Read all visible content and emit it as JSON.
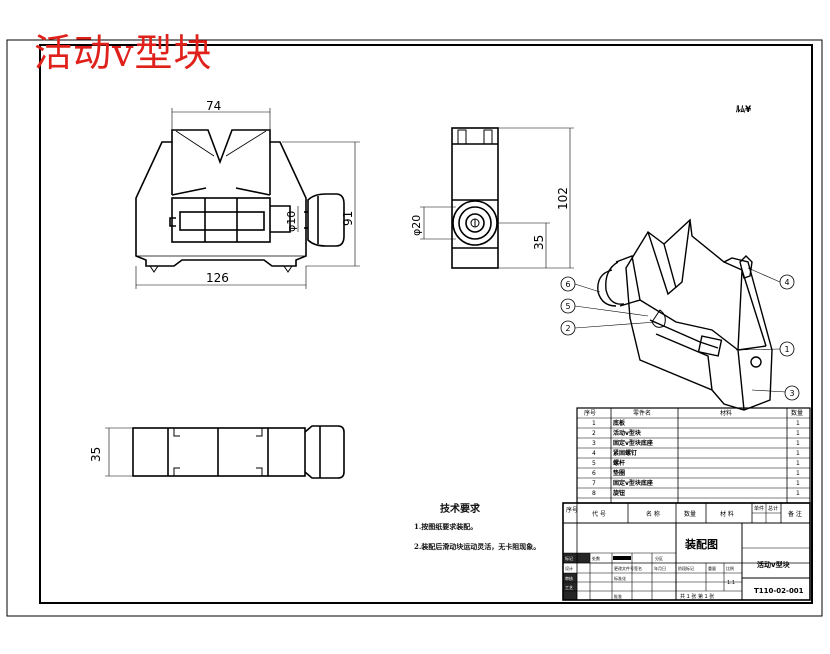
{
  "title": "活动v型块",
  "top_mark": "ﾙﾑ¥",
  "dimensions": {
    "width_top": "74",
    "width_base": "126",
    "height": "91",
    "screw_dia": "φ10",
    "knob_dia": "φ20",
    "side_height": "102",
    "center_height": "35",
    "plan_width": "35"
  },
  "balloons": [
    "6",
    "5",
    "4",
    "1",
    "3",
    "2"
  ],
  "parts_list": {
    "headers": [
      "序号",
      "零件名",
      "材料",
      "数量"
    ],
    "rows": [
      {
        "no": "1",
        "name": "底板",
        "qty": "1"
      },
      {
        "no": "2",
        "name": "活动v型块",
        "qty": "1"
      },
      {
        "no": "3",
        "name": "固定v型块底座",
        "qty": "1"
      },
      {
        "no": "4",
        "name": "紧固螺钉",
        "qty": "1"
      },
      {
        "no": "5",
        "name": "螺杆",
        "qty": "1"
      },
      {
        "no": "6",
        "name": "垫圈",
        "qty": "1"
      },
      {
        "no": "7",
        "name": "固定v型块底座",
        "qty": "1"
      },
      {
        "no": "8",
        "name": "旋钮",
        "qty": "1"
      }
    ]
  },
  "notes": {
    "heading": "技术要求",
    "items": [
      "1.按图纸要求装配。",
      "2.装配后滑动块运动灵活，无卡阻现象。"
    ]
  },
  "title_block": {
    "seq": "序号",
    "code": "代 号",
    "name": "名 称",
    "qty": "数量",
    "material": "材 料",
    "unit_weight": "单件",
    "total_weight": "总计",
    "remark": "备 注",
    "drawing_name": "装配图",
    "product_name": "活动v型块",
    "drawing_no": "T110-02-001",
    "designer": "设计",
    "checker": "审核",
    "process": "工艺",
    "standard": "标准化",
    "approve": "批准",
    "mark": "标记",
    "count": "处数",
    "zone": "分区",
    "change_doc": "更改文件号",
    "signature": "签名",
    "date": "年月日",
    "stage_mark": "阶段标记",
    "weight": "重量",
    "scale": "比例",
    "scale_value": "1:1",
    "sheets": "共 1 张    第 1 张"
  }
}
